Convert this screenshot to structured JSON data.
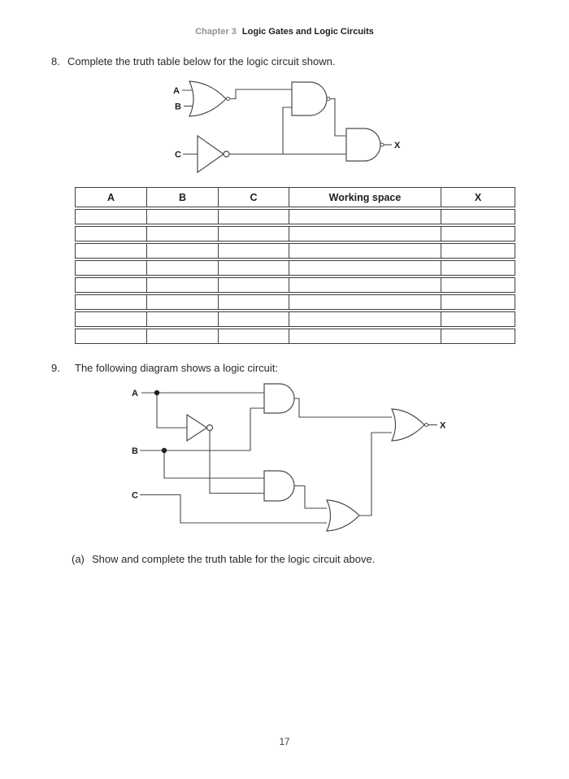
{
  "header": {
    "chapter": "Chapter 3",
    "title": "Logic Gates and Logic Circuits"
  },
  "q8": {
    "number": "8.",
    "prompt": "Complete the truth table below for the logic circuit shown.",
    "circuit": {
      "inputs": {
        "a": "A",
        "b": "B",
        "c": "C"
      },
      "output": "X",
      "gates": [
        "OR",
        "NOT",
        "AND",
        "AND"
      ]
    },
    "table": {
      "headers": [
        "A",
        "B",
        "C",
        "Working space",
        "X"
      ],
      "body_rows": 8
    }
  },
  "q9": {
    "number": "9.",
    "prompt": "The following diagram shows a logic circuit:",
    "circuit": {
      "inputs": {
        "a": "A",
        "b": "B",
        "c": "C"
      },
      "output": "X",
      "gates": [
        "NOT",
        "AND",
        "AND",
        "OR",
        "OR"
      ]
    },
    "part_a": {
      "label": "(a)",
      "prompt": "Show and complete the truth table for the logic circuit above."
    }
  },
  "footer": {
    "page_number": "17"
  }
}
